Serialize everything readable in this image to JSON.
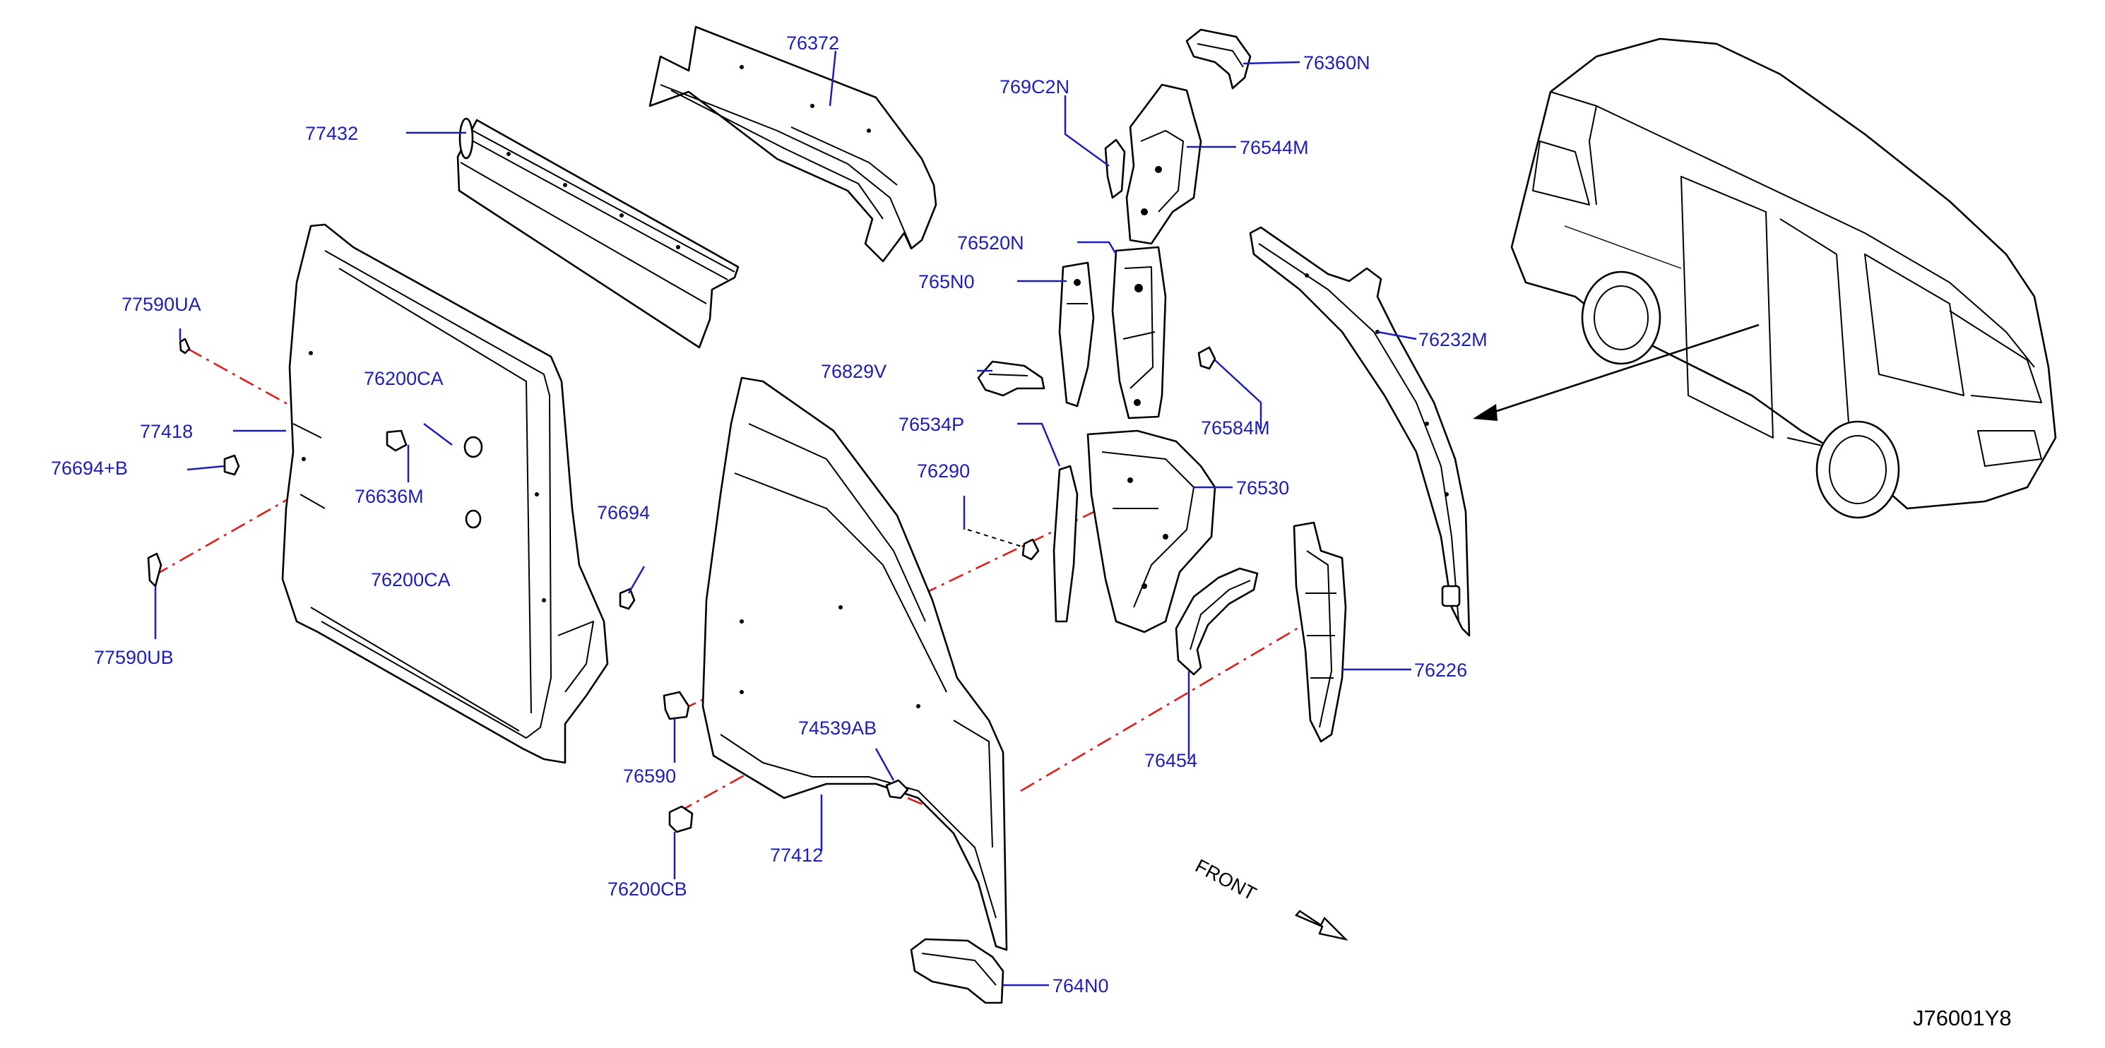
{
  "diagram": {
    "catalog_code": "J76001Y8",
    "front_label": "FRONT",
    "part_numbers": [
      "76372",
      "76360N",
      "769C2N",
      "76544M",
      "77432",
      "76520N",
      "765N0",
      "76232M",
      "77590UA",
      "76200CA",
      "76829V",
      "76584M",
      "77418",
      "76694+B",
      "76534P",
      "76636M",
      "76530",
      "76290",
      "76694",
      "76200CA",
      "76226",
      "77590UB",
      "74539AB",
      "76454",
      "76590",
      "77412",
      "76200CB",
      "764N0"
    ]
  }
}
